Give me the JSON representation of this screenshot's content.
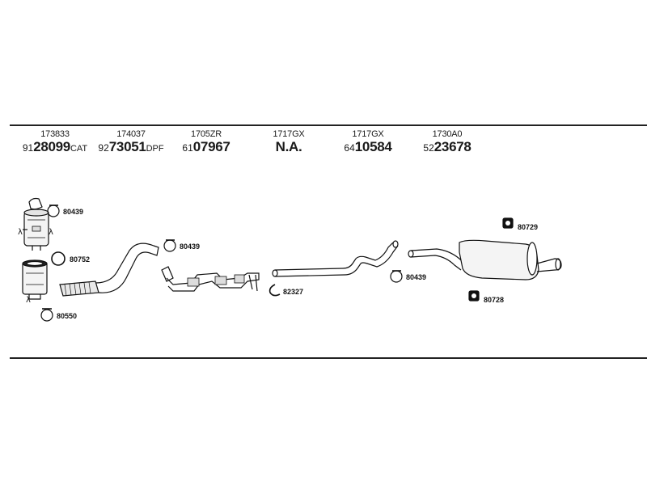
{
  "columns": [
    {
      "code": "173833",
      "prefix": "91",
      "main": "28099",
      "suffix": "CAT"
    },
    {
      "code": "174037",
      "prefix": "92",
      "main": "73051",
      "suffix": "DPF"
    },
    {
      "code": "1705ZR",
      "prefix": "61",
      "main": "07967",
      "suffix": ""
    },
    {
      "code": "1717GX",
      "prefix": "",
      "main": "N.A.",
      "suffix": ""
    },
    {
      "code": "1717GX",
      "prefix": "64",
      "main": "10584",
      "suffix": ""
    },
    {
      "code": "1730A0",
      "prefix": "52",
      "main": "23678",
      "suffix": ""
    }
  ],
  "labels": {
    "c1": "80439",
    "c2": "80752",
    "c3": "80550",
    "c4": "80439",
    "c5": "82327",
    "c6": "80439",
    "c7": "80729",
    "c8": "80728"
  },
  "symbols": {
    "lambda": "λ"
  }
}
